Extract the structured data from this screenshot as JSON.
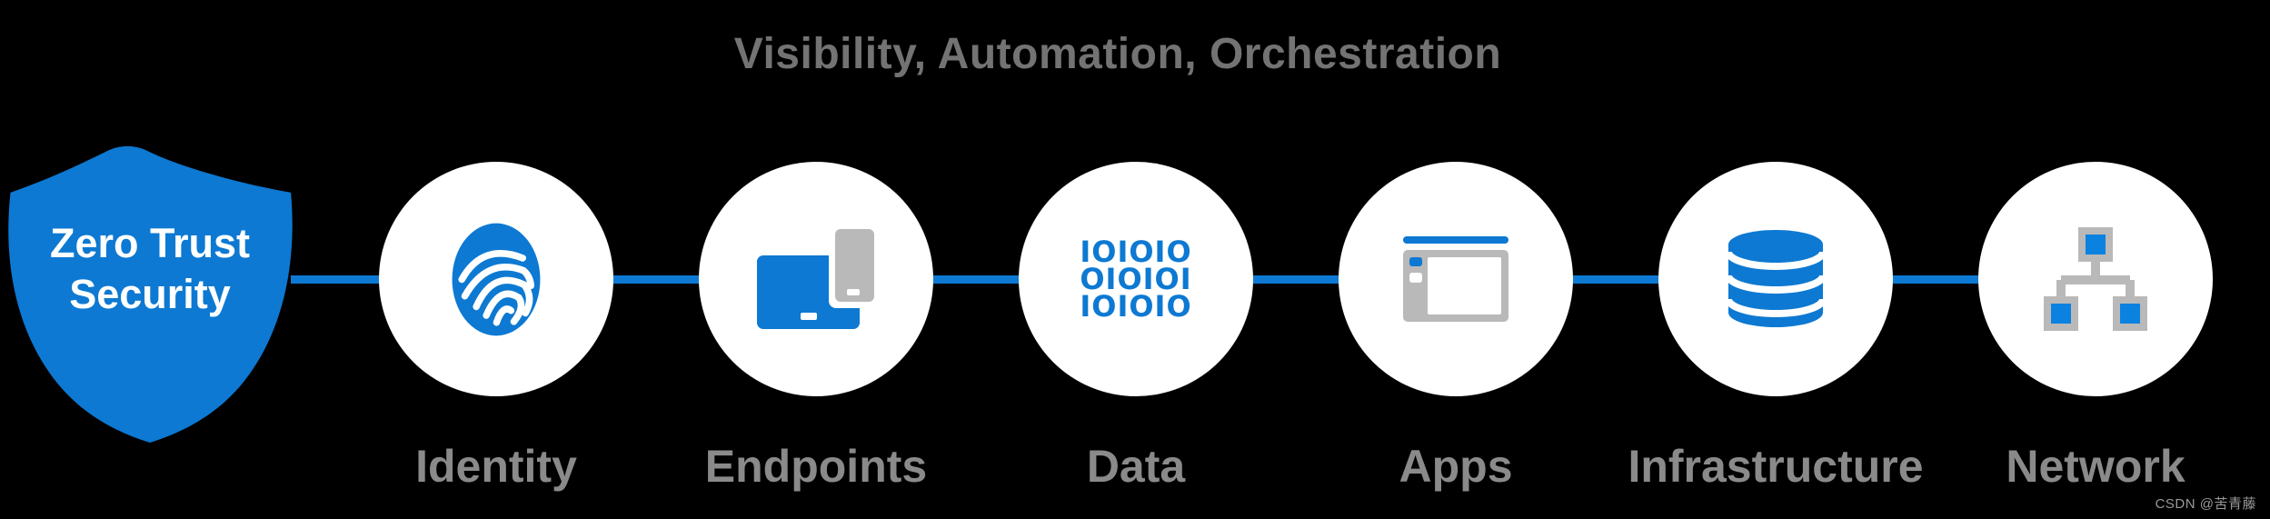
{
  "title": "Visibility, Automation, Orchestration",
  "shield": {
    "line1": "Zero Trust",
    "line2": "Security"
  },
  "nodes": [
    {
      "label": "Identity",
      "icon": "fingerprint-icon"
    },
    {
      "label": "Endpoints",
      "icon": "laptop-phone-icon"
    },
    {
      "label": "Data",
      "icon": "binary-icon",
      "binary_rows": [
        "IOIOIO",
        "OIOIOI",
        "IOIOIO"
      ]
    },
    {
      "label": "Apps",
      "icon": "app-window-icon"
    },
    {
      "label": "Infrastructure",
      "icon": "database-icon"
    },
    {
      "label": "Network",
      "icon": "network-tree-icon"
    }
  ],
  "watermark": "CSDN @苦青藤",
  "colors": {
    "background": "#000000",
    "primary_blue": "#0d79d2",
    "bright_blue": "#0c82e0",
    "icon_gray": "#b9b9b9",
    "title_gray": "#737373",
    "label_gray": "#8a8a8a",
    "circle_fill": "#ffffff",
    "shield_text": "#ffffff"
  }
}
